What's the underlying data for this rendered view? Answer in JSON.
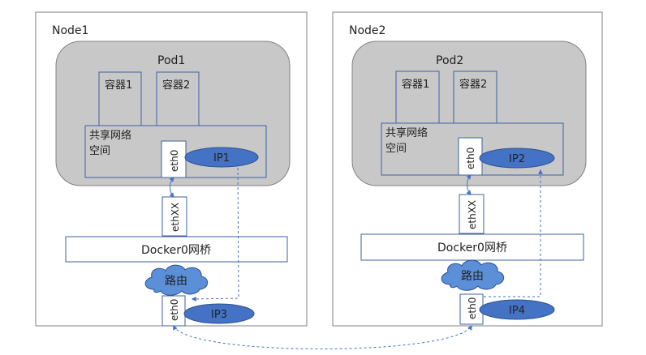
{
  "nodes": [
    {
      "name": "Node1",
      "pod": "Pod1",
      "containers": [
        "容器1",
        "容器2"
      ],
      "netns": [
        "共享网络",
        "空间"
      ],
      "pod_eth": "eth0",
      "pod_ip": "IP1",
      "veth": "ethXX",
      "bridge": "Docker0网桥",
      "route": "路由",
      "host_eth": "eth0",
      "host_ip": "IP3"
    },
    {
      "name": "Node2",
      "pod": "Pod2",
      "containers": [
        "容器1",
        "容器2"
      ],
      "netns": [
        "共享网络",
        "空间"
      ],
      "pod_eth": "eth0",
      "pod_ip": "IP2",
      "veth": "ethXX",
      "bridge": "Docker0网桥",
      "route": "路由",
      "host_eth": "eth0",
      "host_ip": "IP4"
    }
  ],
  "colors": {
    "ip_fill": "#4472c4",
    "ip_stroke": "#2f528f",
    "link": "#4472c4",
    "pod_fill": "#c8c8c8",
    "route_fill": "#5b8fd8"
  }
}
